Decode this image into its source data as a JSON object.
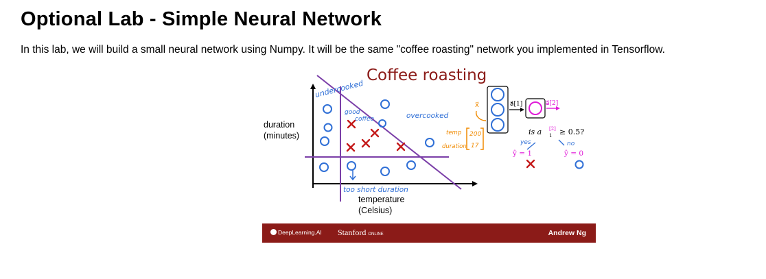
{
  "page": {
    "title": "Optional Lab - Simple Neural Network",
    "intro": "In this lab, we will build a small neural network using Numpy. It will be the same \"coffee roasting\" network you implemented in Tensorflow."
  },
  "slide": {
    "title": "Coffee roasting",
    "y_axis_label_line1": "duration",
    "y_axis_label_line2": "(minutes)",
    "x_axis_label_line1": "temperature",
    "x_axis_label_line2": "(Celsius)",
    "annotations": {
      "undercooked": "undercooked",
      "good_coffee_1": "good",
      "good_coffee_2": "coffee",
      "overcooked": "overcooked",
      "too_short": "too short duration"
    },
    "network": {
      "input_symbol": "x⃗",
      "a1_label": "a⃗[1]",
      "a2_label": "a⃗[2]",
      "temp_label": "temp",
      "duration_label": "duration",
      "temp_value": "200",
      "duration_value": "17",
      "question": "is a",
      "question_rest": "≥ 0.5?",
      "yes": "yes",
      "no": "no",
      "yhat_one": "ŷ = 1",
      "yhat_zero": "ŷ = 0"
    },
    "footer": {
      "brand": "DeepLearning.AI",
      "stanford": "Stanford",
      "online": "ONLINE",
      "author": "Andrew Ng"
    },
    "colors": {
      "purple": "#7b3fa8",
      "blue": "#2f6fd6",
      "red": "#c41a1a",
      "orange": "#f08a00",
      "magenta": "#e01ad8",
      "footer": "#8b1b18"
    }
  }
}
